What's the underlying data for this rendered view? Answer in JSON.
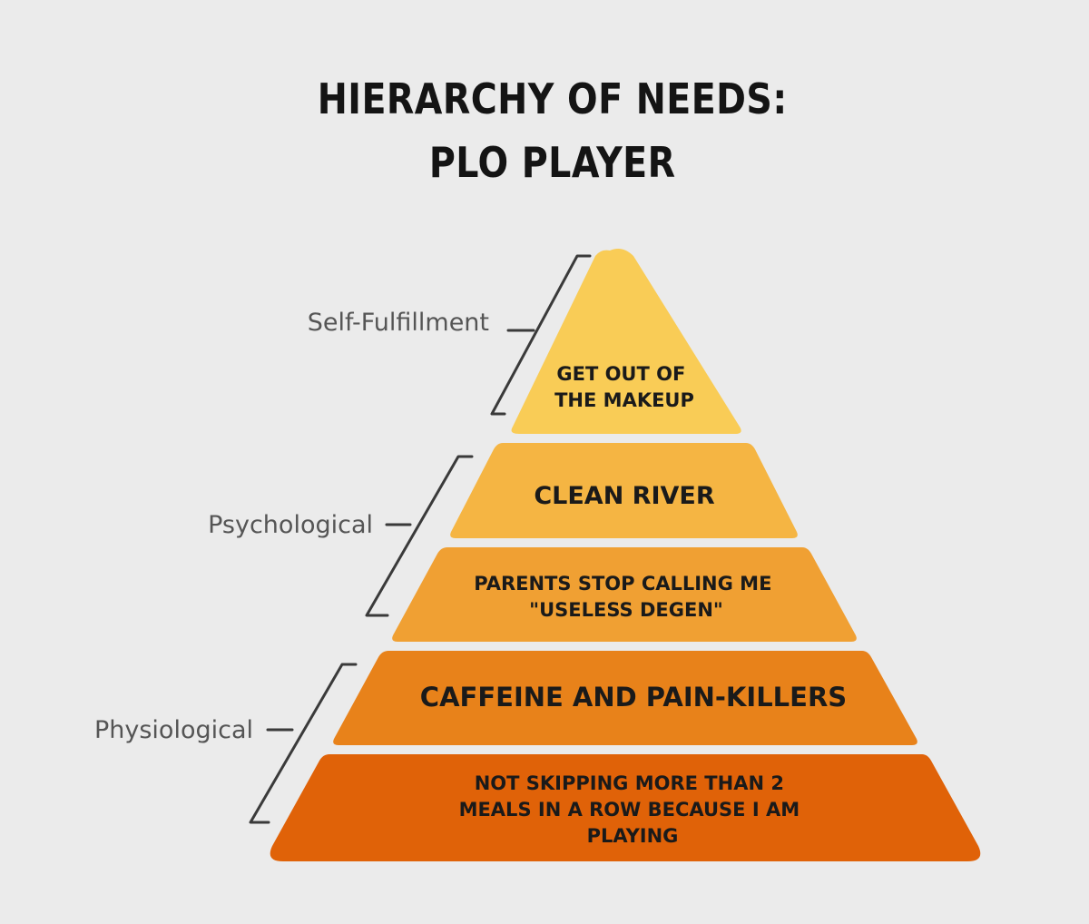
{
  "title": {
    "line1": "HIERARCHY OF NEEDS:",
    "line2": "PLO PLAYER"
  },
  "categories": {
    "self_fulfillment": "Self-Fulfillment",
    "psychological": "Psychological",
    "physiological": "Physiological"
  },
  "levels": {
    "top": {
      "line1": "GET OUT OF",
      "line2": "THE MAKEUP",
      "color": "#f9cc56"
    },
    "second": {
      "line1": "CLEAN RIVER",
      "color": "#f5b543"
    },
    "third": {
      "line1": "PARENTS STOP CALLING ME",
      "line2": "\"USELESS DEGEN\"",
      "color": "#f0a033"
    },
    "fourth": {
      "line1": "CAFFEINE AND PAIN-KILLERS",
      "color": "#e8821a"
    },
    "base": {
      "line1": "NOT SKIPPING MORE THAN 2",
      "line2": "MEALS IN A ROW BECAUSE I AM",
      "line3": "PLAYING",
      "color": "#e06208"
    }
  }
}
